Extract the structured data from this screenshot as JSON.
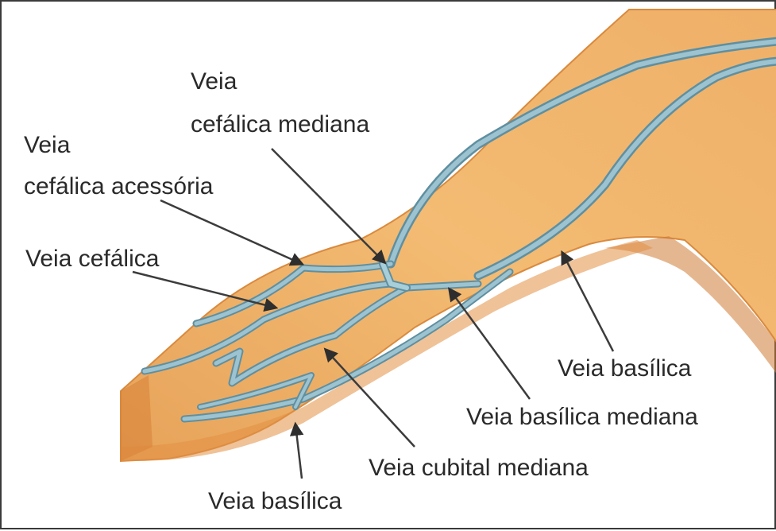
{
  "labels": {
    "cephalic_median": {
      "line1": "Veia",
      "line2": "cefálica mediana"
    },
    "cephalic_accessory": {
      "line1": "Veia",
      "line2": "cefálica acessória"
    },
    "cephalic": "Veia cefálica",
    "basilic_upper": "Veia basílica",
    "basilic_median": "Veia basílica mediana",
    "cubital_median": "Veia cubital mediana",
    "basilic_lower": "Veia basílica"
  },
  "colors": {
    "skin_light": "#f5c27c",
    "skin_mid": "#eaa45a",
    "skin_dark": "#d9843a",
    "vein": "#8fb7c4",
    "vein_dark": "#5f8fa0",
    "arrow": "#3c3c3c"
  }
}
